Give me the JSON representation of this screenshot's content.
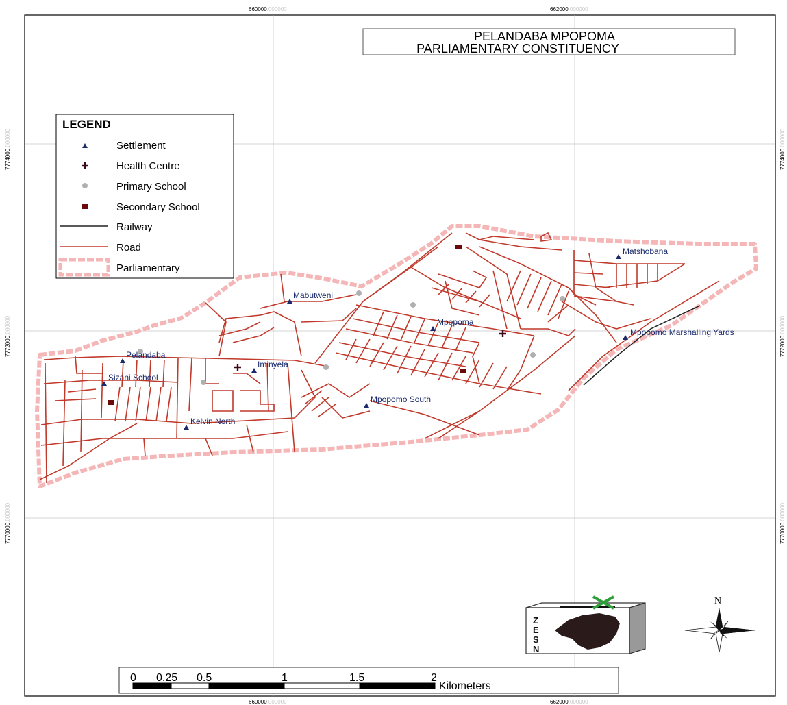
{
  "title": {
    "line1": "PELANDABA MPOPOMA",
    "line2": "PARLIAMENTARY CONSTITUENCY"
  },
  "grid": {
    "x_main": [
      "660000",
      "662000"
    ],
    "x_suffix": ".000000",
    "y_main": [
      "7774000",
      "7772000",
      "7770000"
    ],
    "y_suffix": ".000000"
  },
  "legend": {
    "heading": "LEGEND",
    "items": [
      {
        "label": "Settlement",
        "symbol": "triangle",
        "color": "#1a2a6c"
      },
      {
        "label": "Health Centre",
        "symbol": "cross",
        "color": "#3a0a1a"
      },
      {
        "label": "Primary School",
        "symbol": "circle",
        "color": "#b0b0b0"
      },
      {
        "label": "Secondary School",
        "symbol": "square",
        "color": "#6b0a0a"
      },
      {
        "label": "Railway",
        "symbol": "line",
        "color": "#222222"
      },
      {
        "label": "Road",
        "symbol": "line",
        "color": "#c0392b"
      },
      {
        "label": "Parliamentary",
        "symbol": "dashed-box",
        "color": "#f4b6b6"
      }
    ]
  },
  "places": [
    {
      "name": "Matshobana"
    },
    {
      "name": "Mabutweni"
    },
    {
      "name": "Mpopoma"
    },
    {
      "name": "Mpopomo Marshalling Yards"
    },
    {
      "name": "Pelandaba"
    },
    {
      "name": "Sizani School"
    },
    {
      "name": "Iminyela"
    },
    {
      "name": "Mpopomo South"
    },
    {
      "name": "Kelvin North"
    }
  ],
  "scale_bar": {
    "ticks": [
      "0",
      "0.25",
      "0.5",
      "1",
      "1.5",
      "2"
    ],
    "unit": "Kilometers"
  },
  "logo": {
    "letters": "ZESN"
  },
  "north_arrow": {
    "label": "N"
  },
  "colors": {
    "road": "#c0392b",
    "boundary": "#f4b6b6",
    "settlement": "#1a2a6c",
    "grid": "#bdbdbd"
  }
}
